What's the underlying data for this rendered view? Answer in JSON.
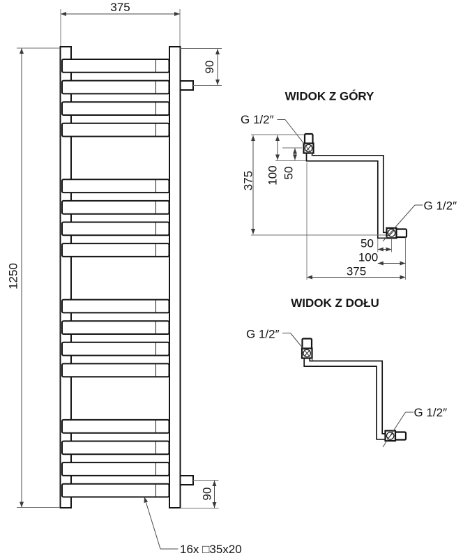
{
  "drawing": {
    "front_view": {
      "width_dim": "375",
      "height_dim": "1250",
      "top_connection_dim": "90",
      "bottom_connection_dim": "90",
      "rung_spec": "16x □35x20",
      "rung_count": 16
    },
    "top_view": {
      "title": "WIDOK Z GÓRY",
      "left_fitting_label": "G 1/2″",
      "right_fitting_label": "G 1/2″",
      "depth_dim": "375",
      "left_offset_dim": "100",
      "left_pipe_dim": "50",
      "bottom_pipe_dim": "50",
      "bottom_offset_dim": "100",
      "bottom_width_dim": "375"
    },
    "bottom_view": {
      "title": "WIDOK Z DOŁU",
      "left_fitting_label": "G 1/2″",
      "right_fitting_label": "G 1/2″"
    },
    "colors": {
      "line": "#141414",
      "dimension": "#4a4a4a",
      "background": "#ffffff"
    }
  }
}
